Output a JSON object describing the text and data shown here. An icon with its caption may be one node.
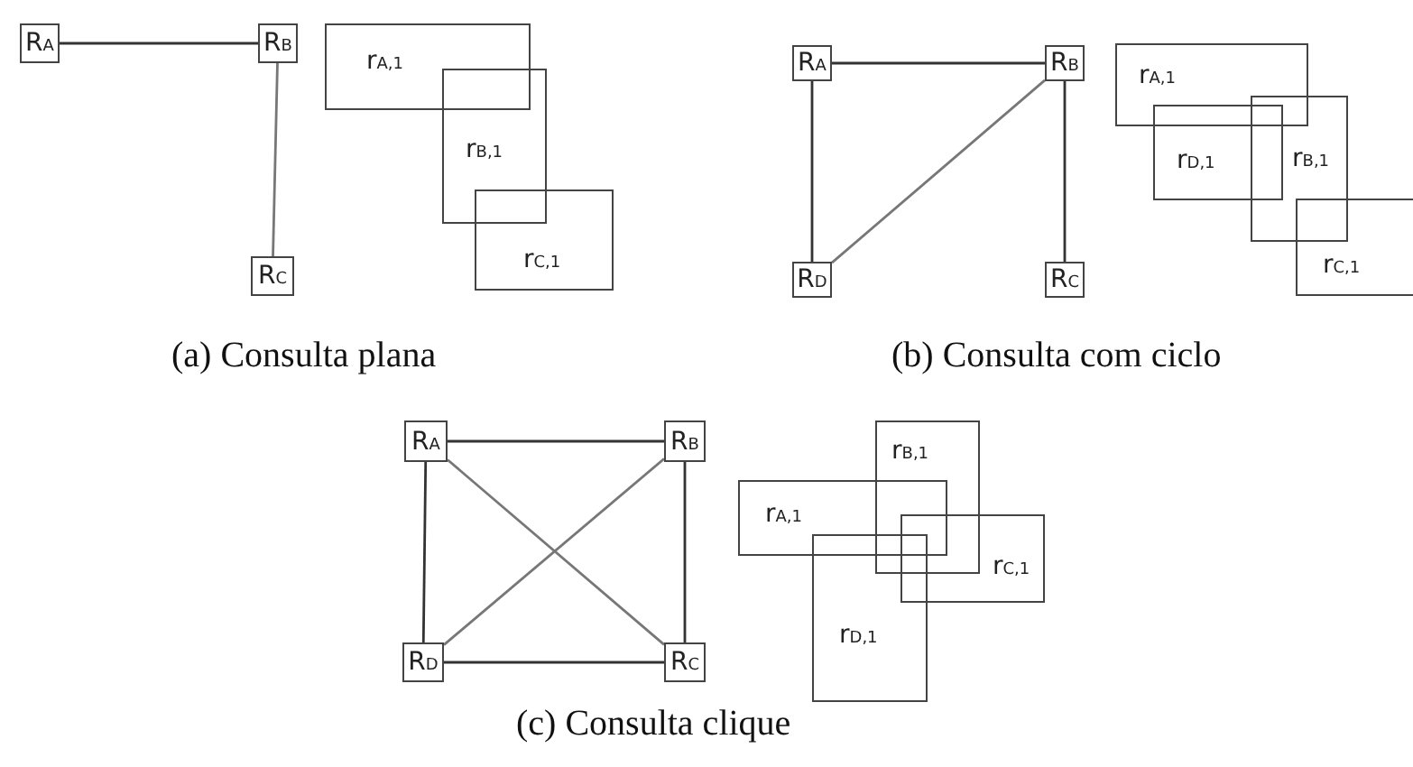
{
  "diagram": {
    "nodes": [
      {
        "text": [
          "R$_{A}$"
        ]
      },
      {
        "text": [
          "R$_{B}$"
        ]
      },
      {
        "text": [
          "R$_{C}$"
        ]
      },
      {
        "text": [
          "r$_{A,1}$"
        ]
      },
      {
        "text": [
          "r$_{B,1}$"
        ]
      },
      {
        "text": [
          "r$_{C,1}$"
        ]
      },
      {
        "text": [
          "R$_{A}$"
        ]
      },
      {
        "text": [
          "R$_{B}$"
        ]
      },
      {
        "text": [
          "R$_{D}$"
        ]
      },
      {
        "text": [
          "R$_{C}$"
        ]
      },
      {
        "text": [
          "r$_{A,1}$"
        ]
      },
      {
        "text": [
          "r$_{D,1}$"
        ]
      },
      {
        "text": [
          "r$_{B,1}$"
        ]
      },
      {
        "text": [
          "r$_{C,1}$"
        ]
      },
      {
        "text": [
          "R$_{A}$"
        ]
      },
      {
        "text": [
          "R$_{B}$"
        ]
      },
      {
        "text": [
          "R$_{D}$"
        ]
      },
      {
        "text": [
          "R$_{C}$"
        ]
      },
      {
        "text": [
          "r$_{B,1}$"
        ]
      },
      {
        "text": [
          "r$_{A,1}$"
        ]
      },
      {
        "text": [
          "r$_{D,1}$"
        ]
      },
      {
        "text": [
          "r$_{C,1}$"
        ]
      }
    ],
    "edges": [
      {
        "from": 0,
        "to": 1,
        "arrow": "none"
      },
      {
        "from": 1,
        "to": 2,
        "arrow": "none"
      },
      {
        "from": 6,
        "to": 7,
        "arrow": "none"
      },
      {
        "from": 6,
        "to": 8,
        "arrow": "none"
      },
      {
        "from": 7,
        "to": 8,
        "arrow": "none"
      },
      {
        "from": 7,
        "to": 9,
        "arrow": "none"
      },
      {
        "from": 14,
        "to": 15,
        "arrow": "none"
      },
      {
        "from": 14,
        "to": 16,
        "arrow": "none"
      },
      {
        "from": 14,
        "to": 17,
        "arrow": "none"
      },
      {
        "from": 15,
        "to": 16,
        "arrow": "none"
      },
      {
        "from": 15,
        "to": 17,
        "arrow": "none"
      },
      {
        "from": 16,
        "to": 17,
        "arrow": "none"
      }
    ],
    "labels": [
      "(a) Consulta plana",
      "(b) Consulta com ciclo",
      "(c) Consulta clique"
    ]
  }
}
